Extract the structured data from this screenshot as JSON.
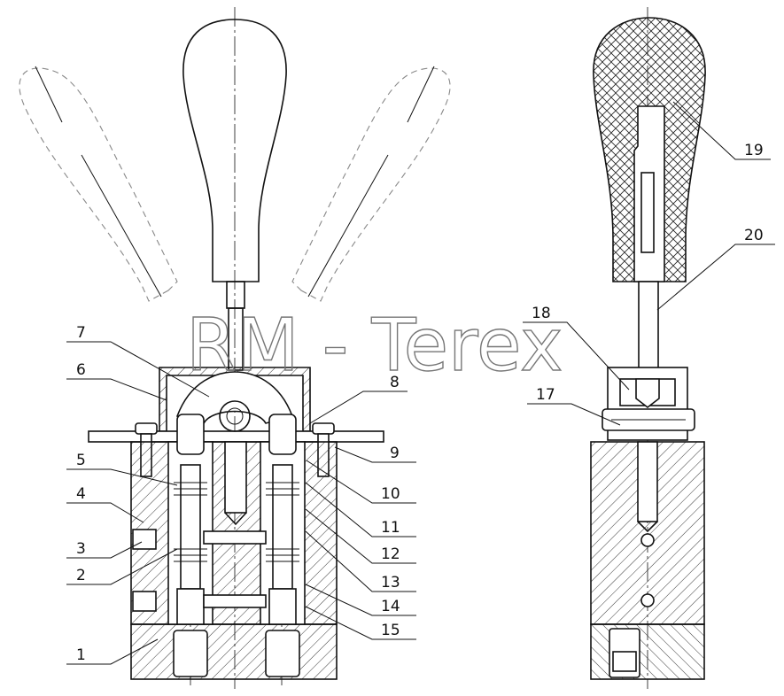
{
  "watermark": "RM - Terex",
  "callouts": [
    {
      "id": "1",
      "label": "1"
    },
    {
      "id": "2",
      "label": "2"
    },
    {
      "id": "3",
      "label": "3"
    },
    {
      "id": "4",
      "label": "4"
    },
    {
      "id": "5",
      "label": "5"
    },
    {
      "id": "6",
      "label": "6"
    },
    {
      "id": "7",
      "label": "7"
    },
    {
      "id": "8",
      "label": "8"
    },
    {
      "id": "9",
      "label": "9"
    },
    {
      "id": "10",
      "label": "10"
    },
    {
      "id": "11",
      "label": "11"
    },
    {
      "id": "12",
      "label": "12"
    },
    {
      "id": "13",
      "label": "13"
    },
    {
      "id": "14",
      "label": "14"
    },
    {
      "id": "15",
      "label": "15"
    },
    {
      "id": "17",
      "label": "17"
    },
    {
      "id": "18",
      "label": "18"
    },
    {
      "id": "19",
      "label": "19"
    },
    {
      "id": "20",
      "label": "20"
    }
  ]
}
